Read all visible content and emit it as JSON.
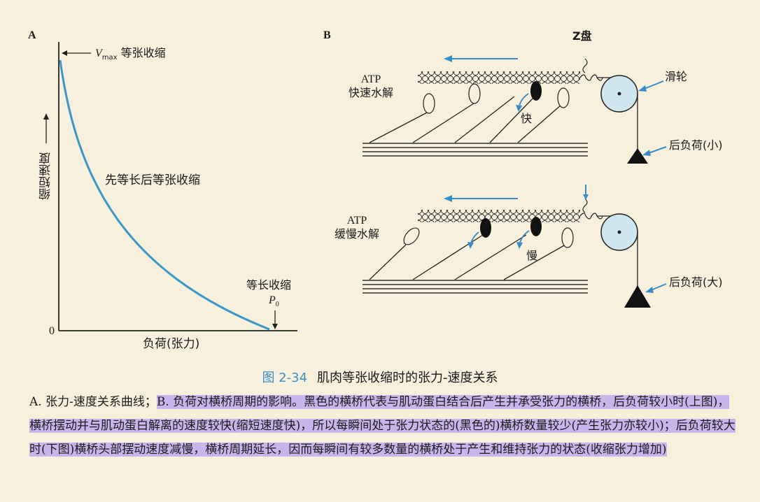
{
  "panel_a": {
    "letter": "A",
    "vmax_symbol": "V",
    "vmax_sub": "max",
    "vmax_label": "等张收缩",
    "y_axis_label": "缩短速度",
    "curve_label": "先等长后等张收缩",
    "p0_label_top": "等长收缩",
    "p0_symbol": "P",
    "p0_sub": "0",
    "origin": "0",
    "x_axis_label": "负荷(张力)",
    "curve_color": "#3a97c8"
  },
  "panel_b": {
    "letter": "B",
    "z_disc": "Z盘",
    "pulley": "滑轮",
    "top_atp_1": "ATP",
    "top_atp_2": "快速水解",
    "top_speed": "快",
    "top_load": "后负荷(小)",
    "bottom_atp_1": "ATP",
    "bottom_atp_2": "缓慢水解",
    "bottom_speed": "慢",
    "bottom_load": "后负荷(大)",
    "arrow_color": "#3a8cc6"
  },
  "caption": {
    "fig_number": "图 2-34",
    "fig_title": "肌肉等张收缩时的张力-速度关系",
    "part_a": "A. 张力-速度关系曲线；",
    "part_b": "B. 负荷对横桥周期的影响。黑色的横桥代表与肌动蛋白结合后产生并承受张力的横桥，后负荷较小时(上图)，横桥摆动并与肌动蛋白解离的速度较快(缩短速度快)，所以每瞬间处于张力状态的(黑色的)横桥数量较少(产生张力亦较小)；后负荷较大时(下图)横桥头部摆动速度减慢，横桥周期延长，因而每瞬间有较多数量的横桥处于产生和维持张力的状态(收缩张力增加)"
  }
}
